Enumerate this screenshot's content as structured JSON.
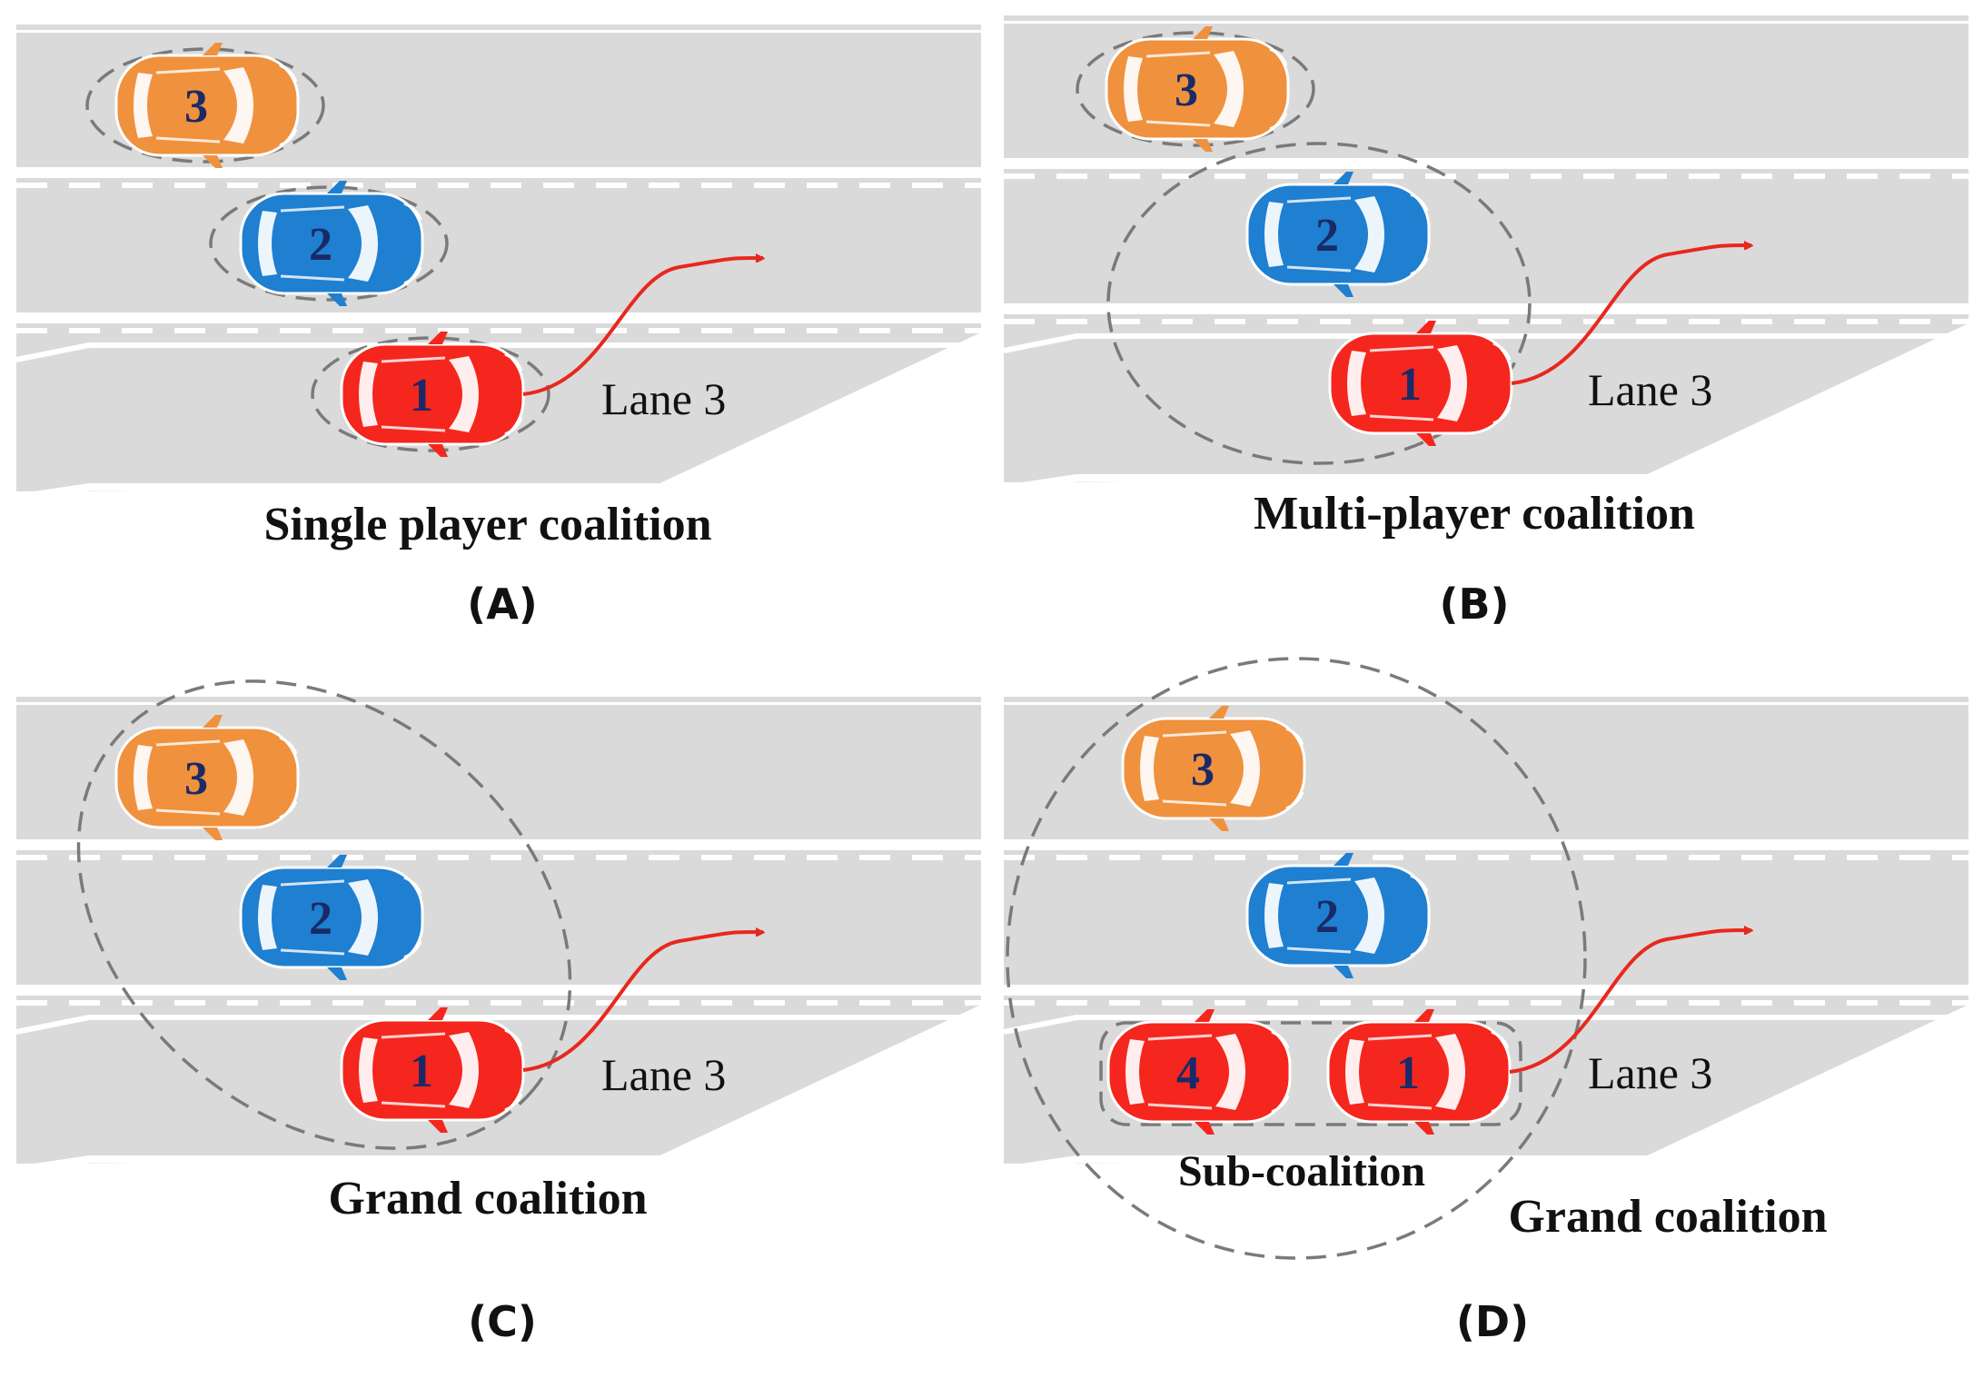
{
  "colors": {
    "road": "#dadada",
    "lane_marking": "#ffffff",
    "coalition_outline": "#7a7a7a",
    "trajectory": "#e8281e",
    "car_red": "#f5261d",
    "car_blue": "#1f7fd0",
    "car_orange": "#f0913e",
    "car_number": "#1a2a66"
  },
  "panels": [
    {
      "label": "(A)",
      "caption": "Single player coalition",
      "lane_label": "Lane 3",
      "cars": [
        {
          "number": "3",
          "color_key": "car_orange",
          "icon": "car-icon"
        },
        {
          "number": "2",
          "color_key": "car_blue",
          "icon": "car-icon"
        },
        {
          "number": "1",
          "color_key": "car_red",
          "icon": "car-icon"
        }
      ]
    },
    {
      "label": "(B)",
      "caption": "Multi-player coalition",
      "lane_label": "Lane 3",
      "cars": [
        {
          "number": "3",
          "color_key": "car_orange",
          "icon": "car-icon"
        },
        {
          "number": "2",
          "color_key": "car_blue",
          "icon": "car-icon"
        },
        {
          "number": "1",
          "color_key": "car_red",
          "icon": "car-icon"
        }
      ]
    },
    {
      "label": "(C)",
      "caption": "Grand coalition",
      "lane_label": "Lane 3",
      "cars": [
        {
          "number": "3",
          "color_key": "car_orange",
          "icon": "car-icon"
        },
        {
          "number": "2",
          "color_key": "car_blue",
          "icon": "car-icon"
        },
        {
          "number": "1",
          "color_key": "car_red",
          "icon": "car-icon"
        }
      ]
    },
    {
      "label": "(D)",
      "caption": "Grand coalition",
      "sub_caption": "Sub-coalition",
      "lane_label": "Lane 3",
      "cars": [
        {
          "number": "3",
          "color_key": "car_orange",
          "icon": "car-icon"
        },
        {
          "number": "2",
          "color_key": "car_blue",
          "icon": "car-icon"
        },
        {
          "number": "4",
          "color_key": "car_red",
          "icon": "car-icon"
        },
        {
          "number": "1",
          "color_key": "car_red",
          "icon": "car-icon"
        }
      ]
    }
  ]
}
